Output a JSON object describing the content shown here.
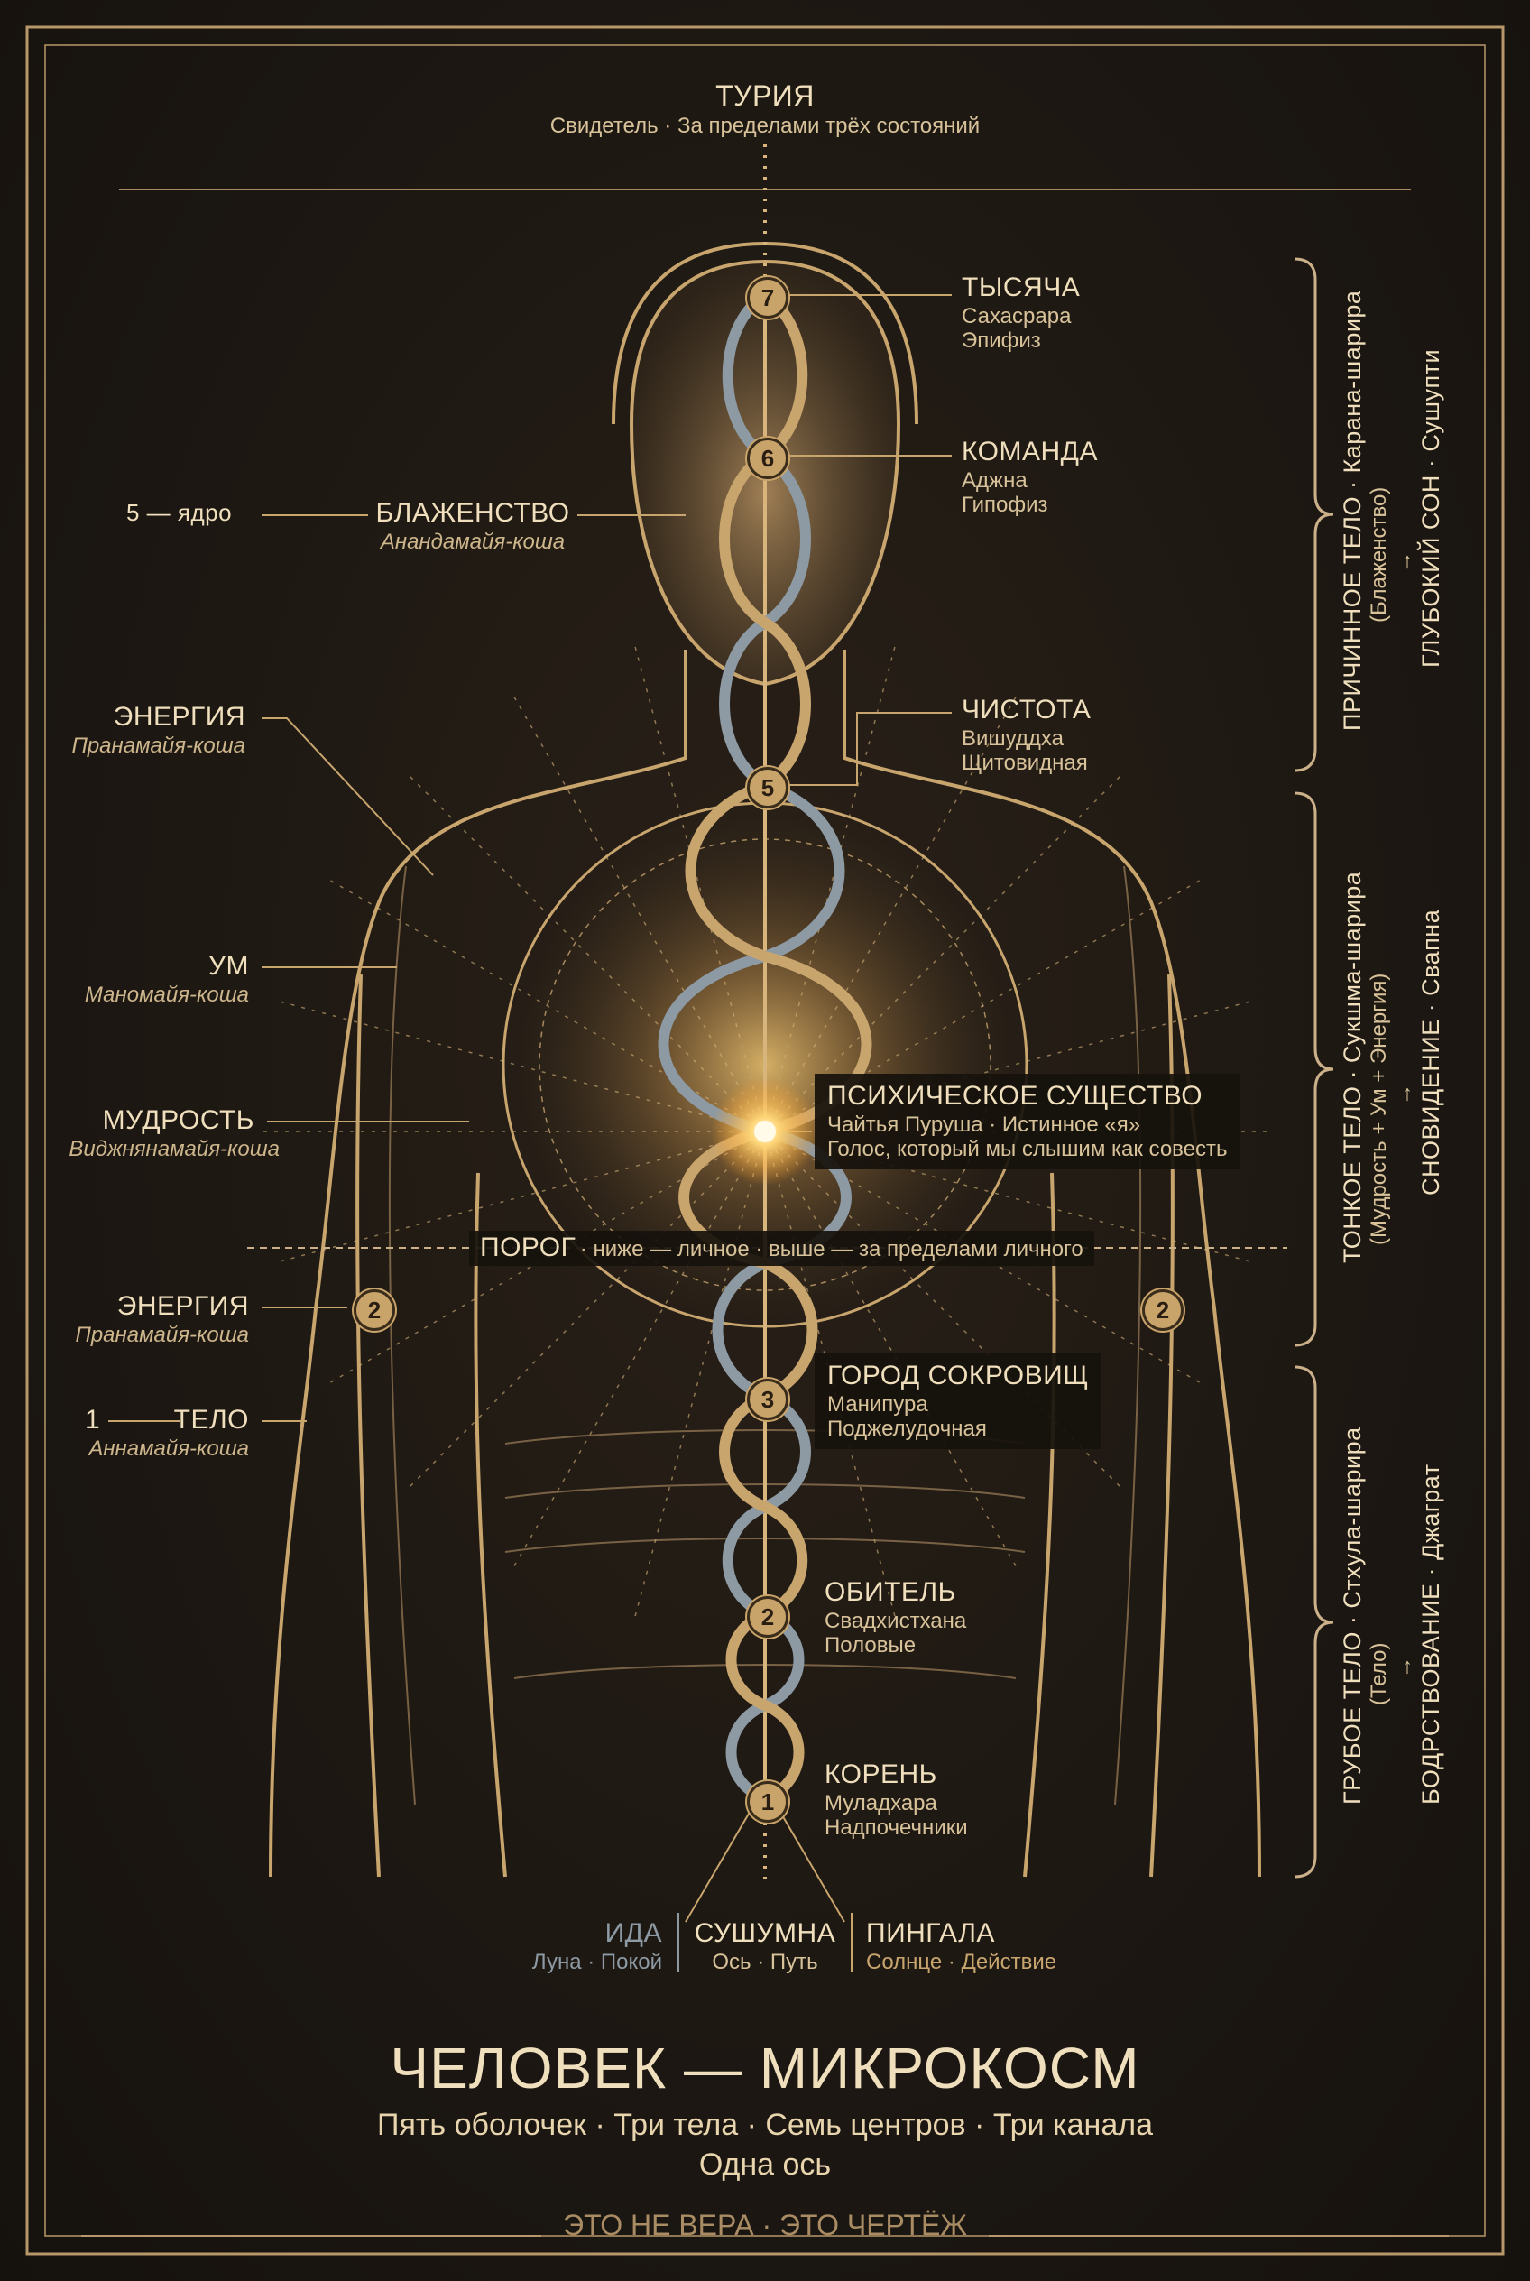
{
  "colors": {
    "background": "#1c1712",
    "gold": "#d4b07a",
    "cream": "#f0dfbd",
    "ida": "#8d9aa3"
  },
  "top": {
    "title": "ТУРИЯ",
    "subtitle": "Свидетель · За пределами трёх состояний"
  },
  "chakras": [
    {
      "num": "7",
      "title": "ТЫСЯЧА",
      "sanskrit": "Сахасрара",
      "gland": "Эпифиз"
    },
    {
      "num": "6",
      "title": "КОМАНДА",
      "sanskrit": "Аджна",
      "gland": "Гипофиз"
    },
    {
      "num": "5",
      "title": "ЧИСТОТА",
      "sanskrit": "Вишуддха",
      "gland": "Щитовидная"
    },
    {
      "num": "3",
      "title": "ГОРОД СОКРОВИЩ",
      "sanskrit": "Манипура",
      "gland": "Поджелудочная"
    },
    {
      "num": "2",
      "title": "ОБИТЕЛЬ",
      "sanskrit": "Свадхистхана",
      "gland": "Половые"
    },
    {
      "num": "1",
      "title": "КОРЕНЬ",
      "sanskrit": "Муладхара",
      "gland": "Надпочечники"
    }
  ],
  "psychic": {
    "title": "ПСИХИЧЕСКОЕ СУЩЕСТВО",
    "line1": "Чайтья Пуруша · Истинное «я»",
    "line2": "Голос, который мы слышим как совесть"
  },
  "threshold": {
    "label": "ПОРОГ",
    "text": "· ниже — личное · выше — за пределами личного"
  },
  "sheaths": {
    "core_prefix": "5 — ядро",
    "bliss": {
      "title": "БЛАЖЕНСТВО",
      "sub": "Анандамайя-коша"
    },
    "energy_upper": {
      "title": "ЭНЕРГИЯ",
      "sub": "Пранамайя-коша"
    },
    "mind": {
      "title": "УМ",
      "sub": "Маномайя-коша"
    },
    "wisdom": {
      "title": "МУДРОСТЬ",
      "sub": "Виджнянамайя-коша"
    },
    "energy_lower": {
      "title": "ЭНЕРГИЯ",
      "sub": "Пранамайя-коша"
    },
    "body_prefix": "1",
    "body": {
      "title": "ТЕЛО",
      "sub": "Аннамайя-коша"
    },
    "badge": "2"
  },
  "bodies": [
    {
      "title": "ПРИЧИННОЕ ТЕЛО · Карана-шарира",
      "note": "(Блаженство)",
      "arrow": "→",
      "state": "ГЛУБОКИЙ СОН · Сушупти"
    },
    {
      "title": "ТОНКОЕ ТЕЛО · Сукшма-шарира",
      "note": "(Мудрость + Ум + Энергия)",
      "arrow": "→",
      "state": "СНОВИДЕНИЕ · Свапна"
    },
    {
      "title": "ГРУБОЕ ТЕЛО · Стхула-шарира",
      "note": "(Тело)",
      "arrow": "→",
      "state": "БОДРСТВОВАНИЕ · Джаграт"
    }
  ],
  "channels": [
    {
      "name": "ИДА",
      "sub": "Луна · Покой"
    },
    {
      "name": "СУШУМНА",
      "sub": "Ось · Путь"
    },
    {
      "name": "ПИНГАЛА",
      "sub": "Солнце · Действие"
    }
  ],
  "footer": {
    "title": "ЧЕЛОВЕК — МИКРОКОСМ",
    "subtitle1": "Пять оболочек · Три тела · Семь центров · Три канала",
    "subtitle2": "Одна ось",
    "motto": "ЭТО НЕ ВЕРА · ЭТО ЧЕРТЁЖ"
  }
}
